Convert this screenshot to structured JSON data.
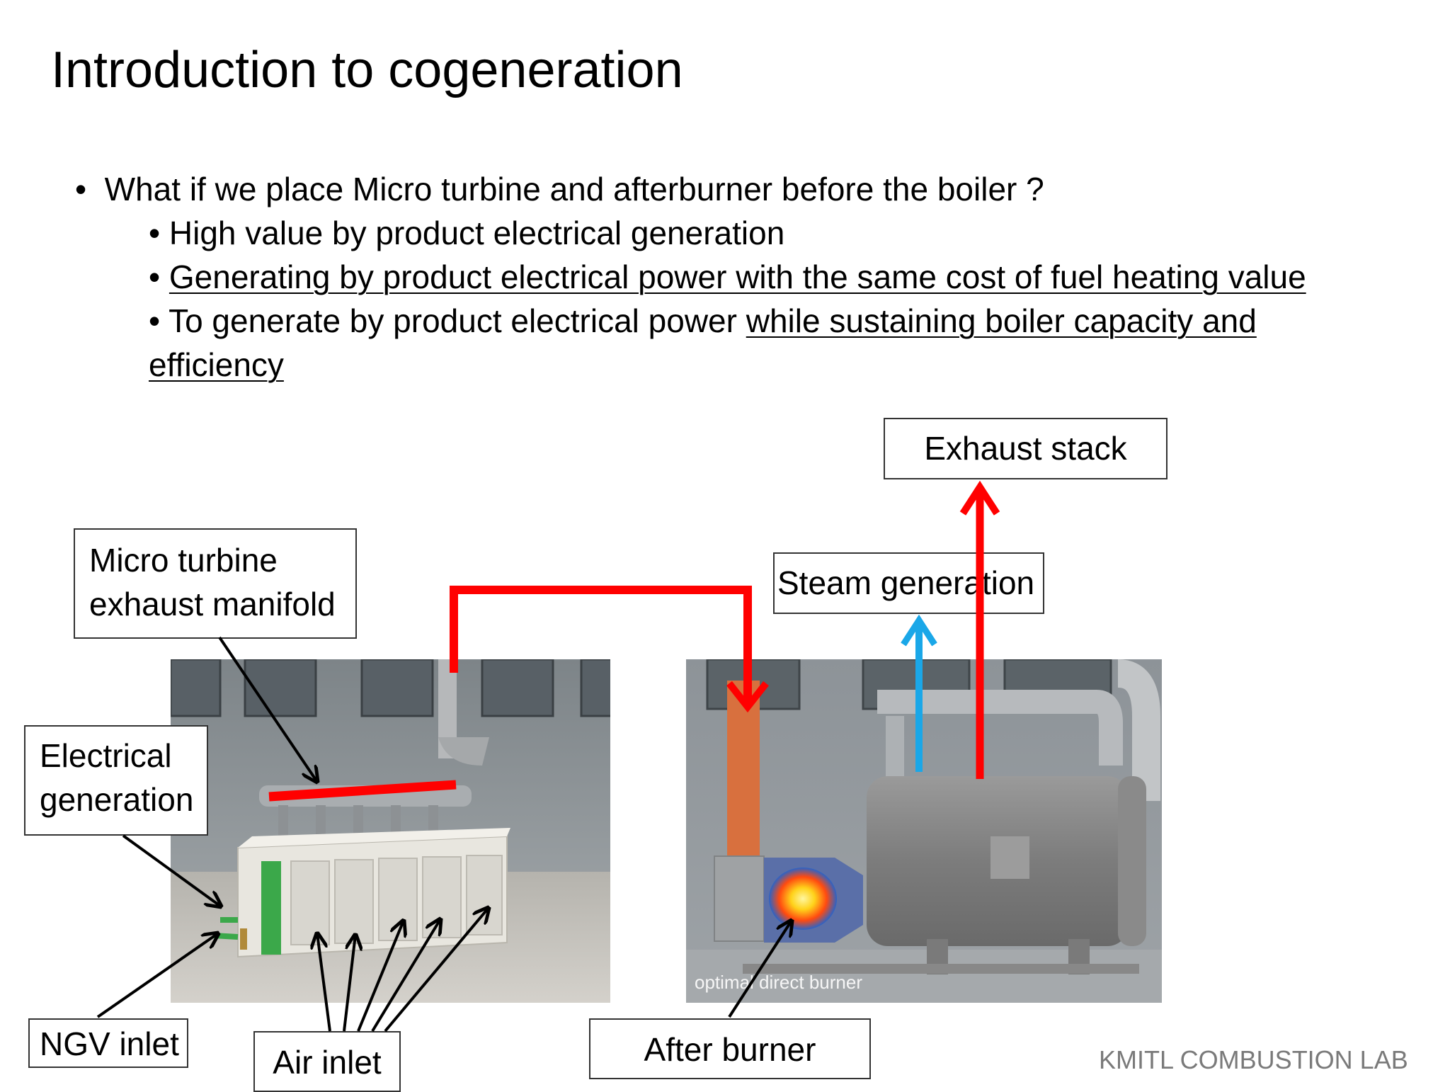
{
  "title": "Introduction to cogeneration",
  "bullets": {
    "main": "What if we place Micro turbine and afterburner before the boiler ?",
    "sub1": "High value by product electrical generation",
    "sub2": "Generating by product electrical power with the same cost of fuel heating value",
    "sub3_plain": "To generate by product electrical power ",
    "sub3_underlined": "while sustaining boiler capacity and",
    "sub3_cont": "efficiency"
  },
  "labels": {
    "exhaust_stack": "Exhaust stack",
    "steam_generation": "Steam generation",
    "micro_turbine_line1": "Micro turbine",
    "micro_turbine_line2": "exhaust manifold",
    "electrical_line1": "Electrical",
    "electrical_line2": "generation",
    "ngv_inlet": "NGV inlet",
    "air_inlet": "Air inlet",
    "after_burner": "After burner"
  },
  "photo_caption": "optimal direct burner",
  "footer": "KMITL COMBUSTION LAB",
  "colors": {
    "exhaust_flow": "#ff0000",
    "steam_flow": "#1aa7e8",
    "pointer": "#000000"
  }
}
